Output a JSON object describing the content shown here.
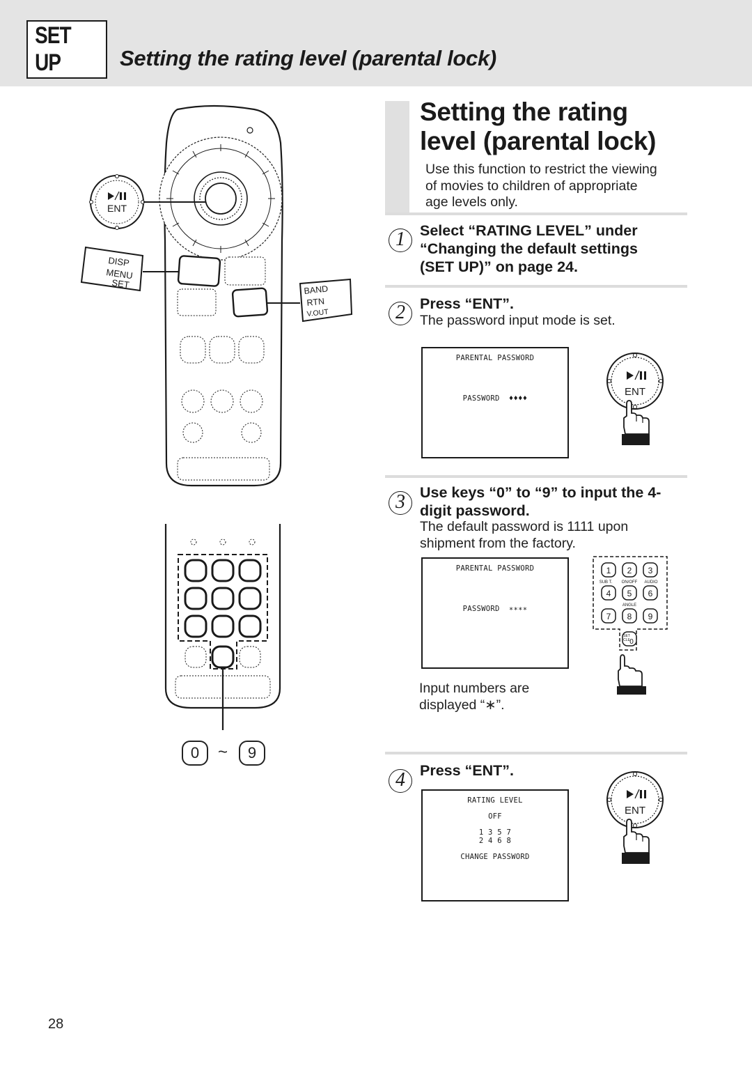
{
  "header": {
    "badge": "SET UP",
    "title": "Setting the rating level (parental lock)"
  },
  "section": {
    "title_line1": "Setting the rating",
    "title_line2": "level (parental lock)",
    "intro": [
      "Use this function to restrict the viewing",
      "of movies to children of appropriate",
      "age levels only."
    ]
  },
  "steps": [
    {
      "number": "1",
      "title_lines": [
        "Select “RATING LEVEL” under",
        "“Changing the default settings",
        "(SET UP)” on page 24."
      ]
    },
    {
      "number": "2",
      "title_lines": [
        "Press “ENT”."
      ],
      "body": "The password input mode is set.",
      "screen": {
        "heading": "PARENTAL PASSWORD",
        "field": "PASSWORD  ♦♦♦♦"
      }
    },
    {
      "number": "3",
      "title_lines": [
        "Use keys “0” to “9” to input the 4-",
        "digit password."
      ],
      "body_lines": [
        "The default password is 1111 upon",
        "shipment from the factory."
      ],
      "screen": {
        "heading": "PARENTAL PASSWORD",
        "field": "PASSWORD  ∗∗∗∗"
      },
      "note_lines": [
        "Input numbers are",
        "displayed “∗”."
      ],
      "keypad": {
        "keys": [
          "1",
          "2",
          "3",
          "4",
          "5",
          "6",
          "7",
          "8",
          "9",
          "0"
        ],
        "sublabels": [
          "SUB T.",
          "ON/OFF",
          "AUDIO",
          "ANGLE",
          "SET",
          "CLE"
        ]
      }
    },
    {
      "number": "4",
      "title_lines": [
        "Press “ENT”."
      ],
      "screen": {
        "heading": "RATING LEVEL",
        "value": "OFF",
        "levels_row1": "1 3 5 7",
        "levels_row2": "2 4 6 8",
        "footer": "CHANGE PASSWORD"
      }
    }
  ],
  "remote": {
    "ent_label": "ENT",
    "play_pause_icon": "play-pause-icon",
    "disp_label": "DISP",
    "menu_label": "MENU",
    "set_label": "SET",
    "band_label": "BAND",
    "rtn_label": "RTN",
    "vout_label": "V.OUT",
    "range_from": "0",
    "range_sep": "~",
    "range_to": "9"
  },
  "page_number": "28",
  "colors": {
    "header_band": "#e4e4e4",
    "rule": "#dcdcdc",
    "ink": "#1a1a1a"
  }
}
